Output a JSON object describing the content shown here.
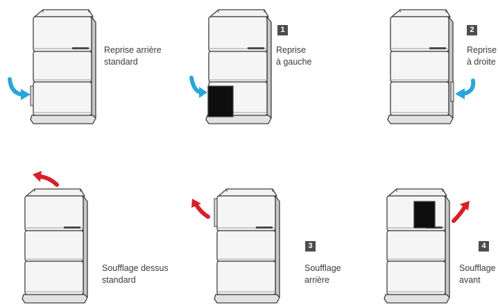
{
  "colors": {
    "return_arrow": "#2aa4dc",
    "supply_arrow": "#d7202a",
    "badge_bg": "#4d4d4d",
    "unit_line": "#3c3c3c"
  },
  "configurations": [
    {
      "number": "",
      "lines": [
        "Reprise arrière",
        "standard"
      ]
    },
    {
      "number": "1",
      "lines": [
        "Reprise",
        "à gauche"
      ]
    },
    {
      "number": "2",
      "lines": [
        "Reprise",
        "à droite"
      ]
    },
    {
      "number": "",
      "lines": [
        "Soufflage dessus",
        "standard"
      ]
    },
    {
      "number": "3",
      "lines": [
        "Soufflage",
        "arrière"
      ]
    },
    {
      "number": "4",
      "lines": [
        "Soufflage",
        "avant"
      ]
    }
  ]
}
